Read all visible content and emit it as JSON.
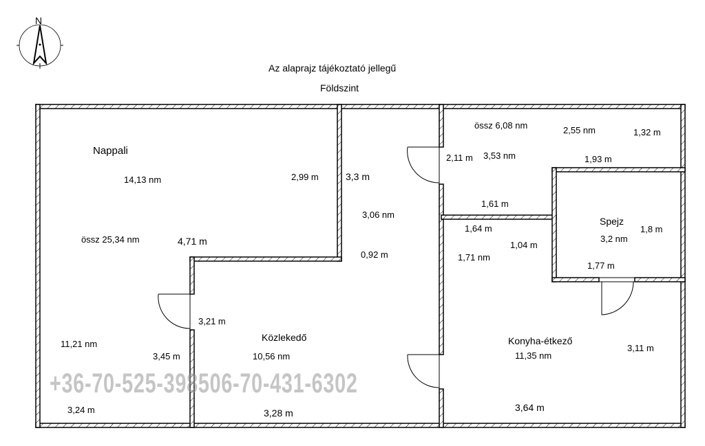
{
  "header": {
    "subtitle": "Az alaprajz tájékoztató jellegű",
    "level": "Földszint"
  },
  "compass": {
    "label": "N"
  },
  "watermark": "+36-70-525-398506-70-431-6302",
  "rooms": {
    "nappali": {
      "name": "Nappali",
      "area1": "14,13 nm",
      "total": "össz 25,34 nm",
      "area2": "11,21 nm",
      "d1": "2,99 m",
      "d2": "4,71 m",
      "d3": "3,45 m",
      "d4": "3,24 m"
    },
    "kozlekedo": {
      "name": "Közlekedő",
      "area": "10,56 nm",
      "area2": "3,06 nm",
      "d1": "3,3 m",
      "d2": "0,92 m",
      "d3": "3,21 m",
      "d4": "3,28 m"
    },
    "ne": {
      "total": "össz 6,08 nm",
      "area1": "2,55 nm",
      "area2": "3,53 nm",
      "d1": "1,32 m",
      "d2": "1,93 m",
      "d3": "2,11 m",
      "d4": "1,61 m"
    },
    "mid": {
      "d1": "1,64 m",
      "d2": "1,04 m",
      "area": "1,71 nm"
    },
    "spejz": {
      "name": "Spejz",
      "area": "3,2 nm",
      "d1": "1,8 m",
      "d2": "1,77 m"
    },
    "konyha": {
      "name": "Konyha-étkező",
      "area": "11,35 nm",
      "d1": "3,11 m",
      "d2": "3,64 m"
    }
  }
}
